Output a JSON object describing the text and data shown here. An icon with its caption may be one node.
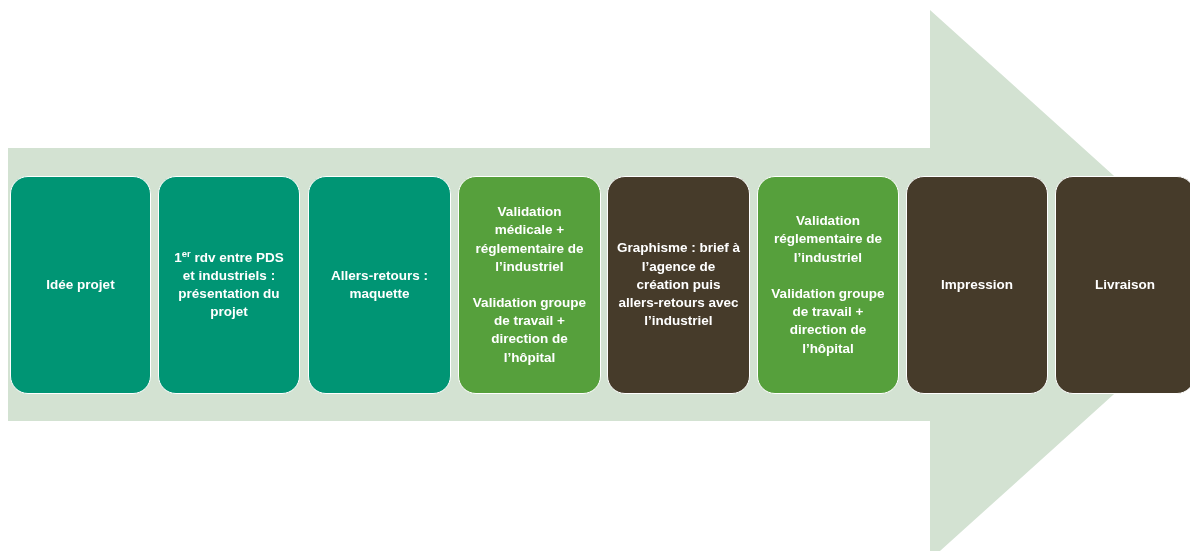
{
  "diagram": {
    "nodes": [
      {
        "text": [
          "Idée projet"
        ]
      },
      {
        "text": [
          "1$^{er}$ rdv entre PDS et industriels : présentation du projet"
        ]
      },
      {
        "text": [
          "Allers-retours : maquette"
        ]
      },
      {
        "text": [
          "Validation médicale + réglementaire de l’industriel",
          "Validation groupe de travail + direction de l’hôpital"
        ]
      },
      {
        "text": [
          "Graphisme : brief à l’agence de création puis allers-retours avec l’industriel"
        ]
      },
      {
        "text": [
          "Validation réglementaire de l’industriel",
          "Validation groupe de travail + direction de l’hôpital"
        ]
      },
      {
        "text": [
          "Impression"
        ]
      },
      {
        "text": [
          "Livraison"
        ]
      }
    ],
    "edges": [
      {
        "from": 0,
        "to": 7,
        "arrow": "to"
      }
    ]
  }
}
